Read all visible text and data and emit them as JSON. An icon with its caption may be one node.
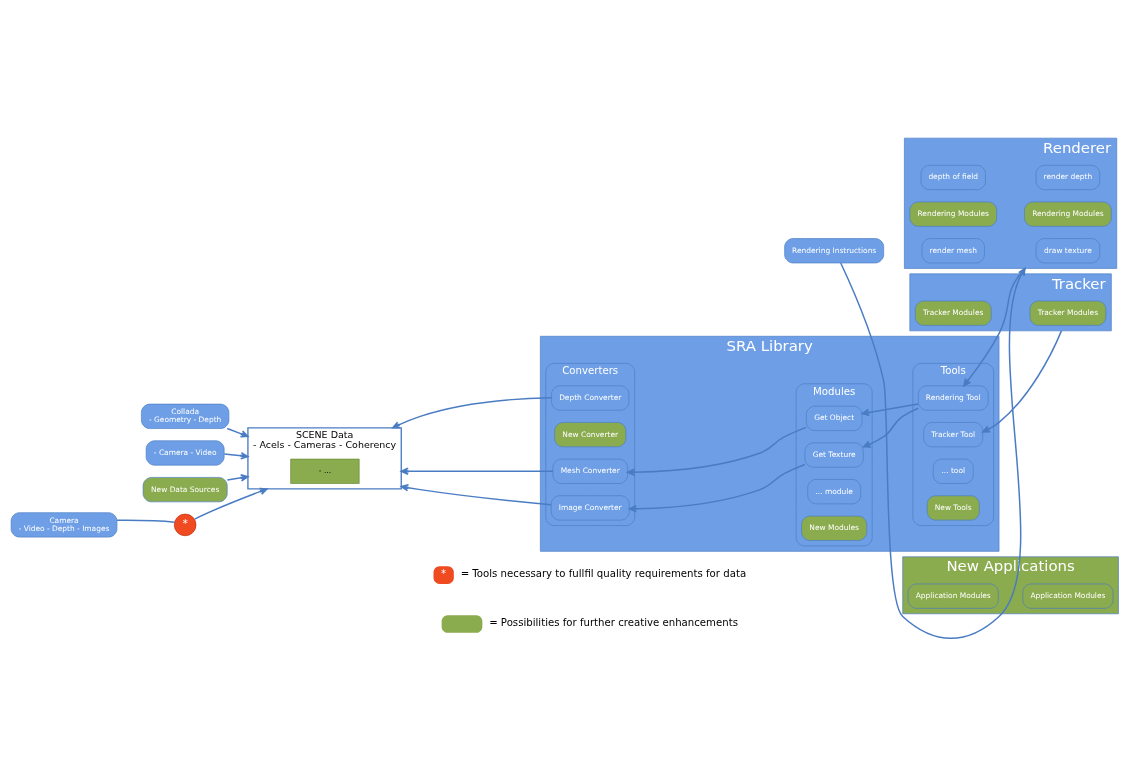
{
  "diagram": {
    "nodes": [
      {
        "text": [
          "Collada",
          "- Geometry - Depth"
        ]
      },
      {
        "text": [
          "- Camera - Video"
        ]
      },
      {
        "text": [
          "Camera",
          "- Video - Depth - Images"
        ]
      },
      {
        "text": [
          "New Data Sources"
        ]
      },
      {
        "text": [
          "*"
        ]
      },
      {
        "text": [
          "SCENE Data",
          "- Acels - Cameras - Coherency"
        ]
      },
      {
        "text": [
          "- ..."
        ],
        "in": 5
      },
      {
        "text": [
          "Rendering Instructions"
        ]
      },
      {
        "text": [
          "SRA Library"
        ]
      },
      {
        "text": [
          "Converters"
        ],
        "in": 8
      },
      {
        "text": [
          "Image Converter"
        ],
        "in": 9
      },
      {
        "text": [
          "Mesh Converter"
        ],
        "in": 9
      },
      {
        "text": [
          "Depth Converter"
        ],
        "in": 9
      },
      {
        "text": [
          "New Converter"
        ],
        "in": 9
      },
      {
        "text": [
          "Modules"
        ],
        "in": 8
      },
      {
        "text": [
          "Get Texture"
        ],
        "in": 14
      },
      {
        "text": [
          "Get Object"
        ],
        "in": 14
      },
      {
        "text": [
          "... module"
        ],
        "in": 14
      },
      {
        "text": [
          "New Modules"
        ],
        "in": 14
      },
      {
        "text": [
          "Tools"
        ],
        "in": 8
      },
      {
        "text": [
          "Rendering Tool"
        ],
        "in": 19
      },
      {
        "text": [
          "Tracker Tool"
        ],
        "in": 19
      },
      {
        "text": [
          "... tool"
        ],
        "in": 19
      },
      {
        "text": [
          "New Tools"
        ],
        "in": 19
      },
      {
        "text": [
          "Renderer"
        ]
      },
      {
        "text": [
          "draw texture"
        ],
        "in": 24
      },
      {
        "text": [
          "render mesh"
        ],
        "in": 24
      },
      {
        "text": [
          "render depth"
        ],
        "in": 24
      },
      {
        "text": [
          "depth of field"
        ],
        "in": 24
      },
      {
        "text": [
          "Rendering Modules"
        ],
        "in": 24
      },
      {
        "text": [
          "Rendering Modules"
        ],
        "in": 24
      },
      {
        "text": [
          "Tracker"
        ]
      },
      {
        "text": [
          "Tracker Modules"
        ],
        "in": 31
      },
      {
        "text": [
          "Tracker Modules"
        ],
        "in": 31
      },
      {
        "text": [
          "New Applications"
        ]
      },
      {
        "text": [
          "Application Modules"
        ],
        "in": 34
      },
      {
        "text": [
          "Application Modules"
        ],
        "in": 34
      }
    ],
    "edges": [
      {
        "from": 0,
        "to": 5,
        "arrow": "to"
      },
      {
        "from": 1,
        "to": 5,
        "arrow": "to"
      },
      {
        "from": 2,
        "to": 4,
        "arrow": "none"
      },
      {
        "from": 4,
        "to": 5,
        "arrow": "to"
      },
      {
        "from": 3,
        "to": 5,
        "arrow": "to"
      },
      {
        "from": 10,
        "to": 5,
        "arrow": "to"
      },
      {
        "from": 11,
        "to": 5,
        "arrow": "to"
      },
      {
        "from": 12,
        "to": 5,
        "arrow": "to"
      },
      {
        "from": 15,
        "to": 10,
        "arrow": "to"
      },
      {
        "from": 16,
        "to": 11,
        "arrow": "to"
      },
      {
        "from": 20,
        "to": 15,
        "arrow": "to"
      },
      {
        "from": 20,
        "to": 16,
        "arrow": "to"
      },
      {
        "from": 7,
        "to": 24,
        "arrow": "to"
      },
      {
        "from": 24,
        "to": 20,
        "arrow": "to"
      },
      {
        "from": 31,
        "to": 21,
        "arrow": "to"
      }
    ],
    "labels": [
      "*"
    ],
    "legend": [
      {
        "text": "= Tools necessary to fullfil quality requirements for data",
        "color": "#f04a20"
      },
      {
        "text": "= Possibilities for further creative enhancements",
        "color": "#8aab4e"
      }
    ]
  }
}
